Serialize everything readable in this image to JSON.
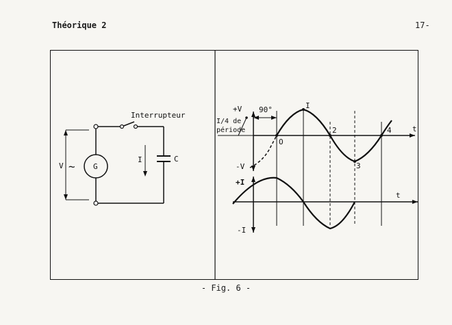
{
  "header": {
    "title": "Théorique 2",
    "page_number": "17-"
  },
  "circuit": {
    "switch_label": "Interrupteur",
    "voltage_label": "V",
    "generator_label": "G",
    "current_label": "I",
    "capacitor_label": "C",
    "ac_symbol": "~"
  },
  "voltage_graph": {
    "plus_v": "+V",
    "minus_v": "-V",
    "phase_label": "90°",
    "quarter_period_line1": "I/4 de",
    "quarter_period_line2": "période",
    "point_0": "O",
    "point_1": "I",
    "point_2": "2",
    "point_3": "3",
    "point_4": "4",
    "axis_t": "t"
  },
  "current_graph": {
    "plus_i": "+I",
    "minus_i": "-I",
    "axis_t": "t"
  },
  "caption": "- Fig. 6 -"
}
